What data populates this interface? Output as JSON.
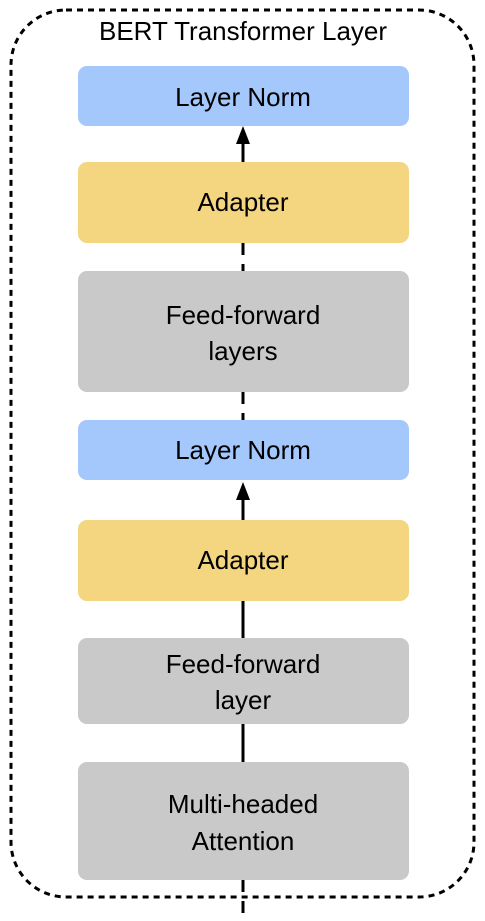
{
  "title": "BERT Transformer Layer",
  "colors": {
    "layer_norm": "#A4C8FC",
    "adapter": "#F5D680",
    "feed_forward": "#C9C9C9",
    "attention": "#C9C9C9",
    "frame": "#000000"
  },
  "blocks": {
    "layer_norm_top": {
      "label": "Layer Norm"
    },
    "adapter_top": {
      "label": "Adapter"
    },
    "feed_forward_layers": {
      "line1": "Feed-forward",
      "line2": "layers"
    },
    "layer_norm_bottom": {
      "label": "Layer Norm"
    },
    "adapter_bottom": {
      "label": "Adapter"
    },
    "feed_forward_layer": {
      "line1": "Feed-forward",
      "line2": "layer"
    },
    "attention": {
      "line1": "Multi-headed",
      "line2": "Attention"
    }
  }
}
